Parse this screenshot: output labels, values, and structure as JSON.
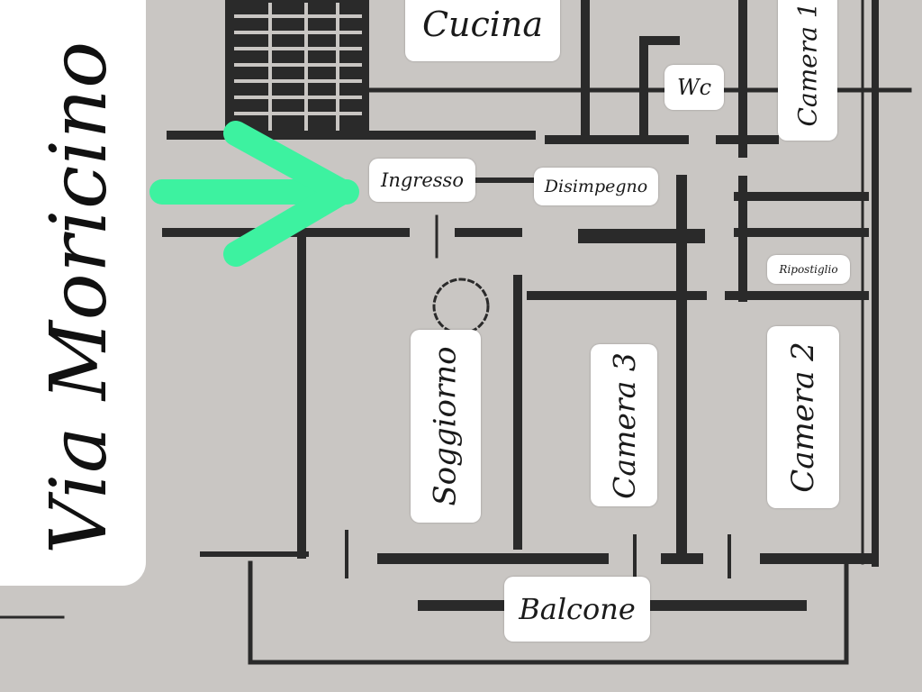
{
  "street": "Via Moricino",
  "rooms": {
    "cucina": "Cucina",
    "wc": "Wc",
    "camera1": "Camera 1",
    "ingresso": "Ingresso",
    "disimpegno": "Disimpegno",
    "ripostiglio": "Ripostiglio",
    "soggiorno": "Soggiorno",
    "camera3": "Camera 3",
    "camera2": "Camera 2",
    "balcone": "Balcone"
  },
  "colors": {
    "paper": "#c9c6c3",
    "walls": "#2a2a2a",
    "arrow": "#3df2a0",
    "label_bg": "#ffffff"
  },
  "icons": [
    "arrow-right-icon"
  ]
}
